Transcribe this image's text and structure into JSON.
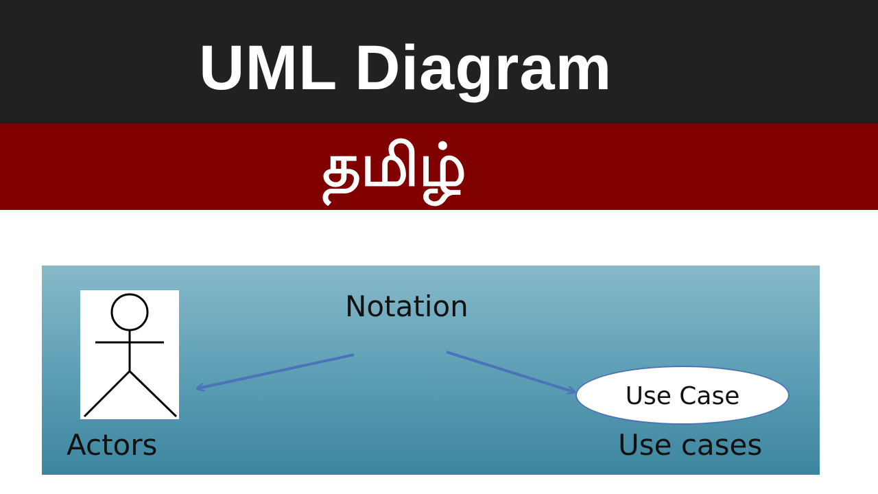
{
  "header": {
    "title": "UML Diagram",
    "subtitle": "தமிழ்",
    "title_bg": "#212121",
    "subtitle_bg": "#800000"
  },
  "diagram": {
    "notation_label": "Notation",
    "actor_caption": "Actors",
    "use_case_shape_text": "Use Case",
    "use_case_caption": "Use cases",
    "arrow_color": "#4a73b8",
    "actor_icon": "stick-figure-icon"
  }
}
